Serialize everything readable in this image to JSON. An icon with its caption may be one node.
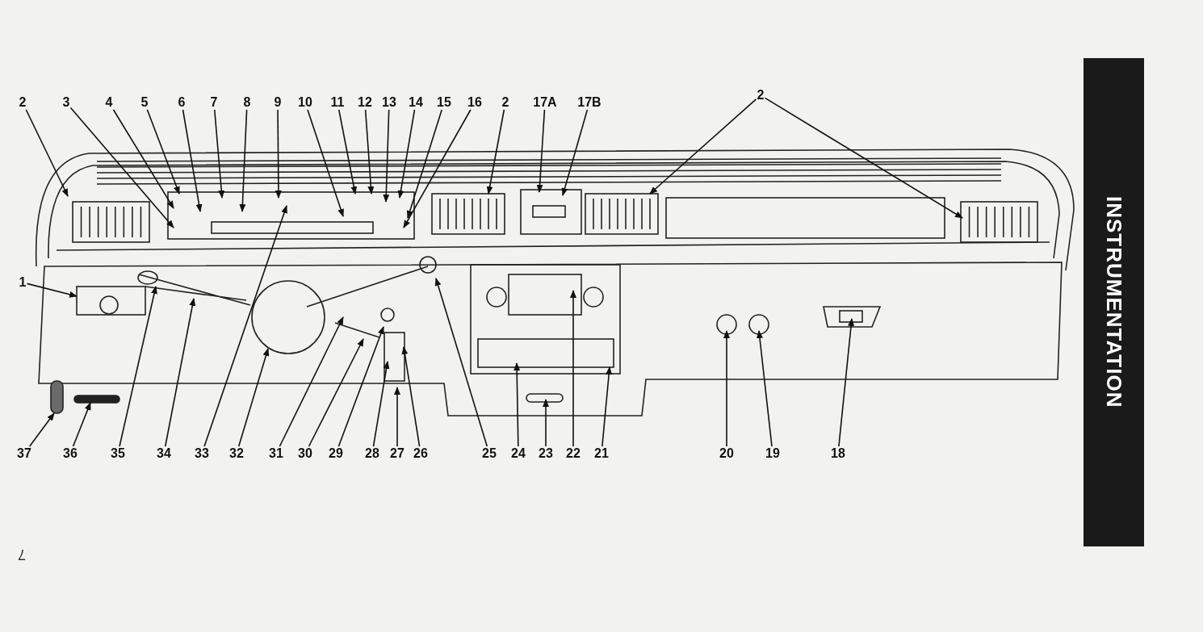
{
  "diagram": {
    "nodes": [
      {
        "text": [
          "2"
        ]
      },
      {
        "text": [
          "3"
        ]
      },
      {
        "text": [
          "4"
        ]
      },
      {
        "text": [
          "5"
        ]
      },
      {
        "text": [
          "6"
        ]
      },
      {
        "text": [
          "7"
        ]
      },
      {
        "text": [
          "8"
        ]
      },
      {
        "text": [
          "9"
        ]
      },
      {
        "text": [
          "10"
        ]
      },
      {
        "text": [
          "11"
        ]
      },
      {
        "text": [
          "12"
        ]
      },
      {
        "text": [
          "13"
        ]
      },
      {
        "text": [
          "14"
        ]
      },
      {
        "text": [
          "15"
        ]
      },
      {
        "text": [
          "16"
        ]
      },
      {
        "text": [
          "2"
        ]
      },
      {
        "text": [
          "17A"
        ]
      },
      {
        "text": [
          "17B"
        ]
      },
      {
        "text": [
          "2"
        ]
      },
      {
        "text": [
          "1"
        ]
      },
      {
        "text": [
          "37"
        ]
      },
      {
        "text": [
          "36"
        ]
      },
      {
        "text": [
          "35"
        ]
      },
      {
        "text": [
          "34"
        ]
      },
      {
        "text": [
          "33"
        ]
      },
      {
        "text": [
          "32"
        ]
      },
      {
        "text": [
          "31"
        ]
      },
      {
        "text": [
          "30"
        ]
      },
      {
        "text": [
          "29"
        ]
      },
      {
        "text": [
          "28"
        ]
      },
      {
        "text": [
          "27"
        ]
      },
      {
        "text": [
          "26"
        ]
      },
      {
        "text": [
          "25"
        ]
      },
      {
        "text": [
          "24"
        ]
      },
      {
        "text": [
          "23"
        ]
      },
      {
        "text": [
          "22"
        ]
      },
      {
        "text": [
          "21"
        ]
      },
      {
        "text": [
          "20"
        ]
      },
      {
        "text": [
          "19"
        ]
      },
      {
        "text": [
          "18"
        ]
      },
      {
        "text": [],
        "shape": "box"
      },
      {
        "text": [],
        "shape": "bar"
      }
    ],
    "edges": [
      {
        "from": 0,
        "to": null,
        "arrow": "to"
      },
      {
        "from": 1,
        "to": null,
        "arrow": "to"
      },
      {
        "from": 2,
        "to": null,
        "arrow": "to"
      },
      {
        "from": 3,
        "to": null,
        "arrow": "to"
      },
      {
        "from": 4,
        "to": null,
        "arrow": "to"
      },
      {
        "from": 5,
        "to": null,
        "arrow": "to"
      },
      {
        "from": 6,
        "to": null,
        "arrow": "to"
      },
      {
        "from": 7,
        "to": null,
        "arrow": "to"
      },
      {
        "from": 8,
        "to": null,
        "arrow": "to"
      },
      {
        "from": 9,
        "to": null,
        "arrow": "to"
      },
      {
        "from": 10,
        "to": null,
        "arrow": "to"
      },
      {
        "from": 11,
        "to": null,
        "arrow": "to"
      },
      {
        "from": 12,
        "to": null,
        "arrow": "to"
      },
      {
        "from": 13,
        "to": null,
        "arrow": "to"
      },
      {
        "from": 14,
        "to": null,
        "arrow": "to"
      },
      {
        "from": 15,
        "to": null,
        "arrow": "to"
      },
      {
        "from": 16,
        "to": null,
        "arrow": "to"
      },
      {
        "from": 17,
        "to": null,
        "arrow": "to"
      },
      {
        "from": 18,
        "to": null,
        "arrow": "to"
      },
      {
        "from": 18,
        "to": null,
        "arrow": "to"
      },
      {
        "from": 19,
        "to": null,
        "arrow": "to"
      },
      {
        "from": 20,
        "to": 40,
        "arrow": "to"
      },
      {
        "from": 21,
        "to": 41,
        "arrow": "to"
      },
      {
        "from": 22,
        "to": null,
        "arrow": "to"
      },
      {
        "from": 23,
        "to": null,
        "arrow": "to"
      },
      {
        "from": 24,
        "to": null,
        "arrow": "to"
      },
      {
        "from": 25,
        "to": null,
        "arrow": "to"
      },
      {
        "from": 26,
        "to": null,
        "arrow": "to"
      },
      {
        "from": 27,
        "to": null,
        "arrow": "to"
      },
      {
        "from": 28,
        "to": null,
        "arrow": "to"
      },
      {
        "from": 29,
        "to": null,
        "arrow": "to"
      },
      {
        "from": 30,
        "to": null,
        "arrow": "to"
      },
      {
        "from": 31,
        "to": null,
        "arrow": "to"
      },
      {
        "from": 32,
        "to": null,
        "arrow": "to"
      },
      {
        "from": 33,
        "to": null,
        "arrow": "to"
      },
      {
        "from": 34,
        "to": null,
        "arrow": "to"
      },
      {
        "from": 35,
        "to": null,
        "arrow": "to"
      },
      {
        "from": 36,
        "to": null,
        "arrow": "to"
      },
      {
        "from": 37,
        "to": null,
        "arrow": "to"
      },
      {
        "from": 38,
        "to": null,
        "arrow": "to"
      },
      {
        "from": 39,
        "to": null,
        "arrow": "to"
      }
    ],
    "labels": [
      "INSTRUMENTATION",
      "7"
    ]
  }
}
